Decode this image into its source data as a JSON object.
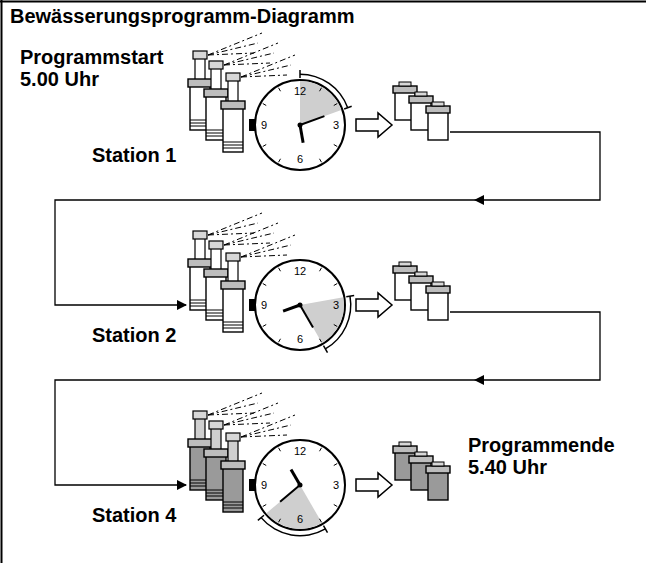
{
  "diagram": {
    "title": "Bewässerungsprogramm-Diagramm",
    "labels": [
      "Programmstart 5.00 Uhr",
      "12",
      "3",
      "6",
      "9",
      "Station 1",
      "12",
      "3",
      "6",
      "9",
      "Station 2",
      "12",
      "3",
      "6",
      "9",
      "Station 4",
      "Programmende 5.40 Uhr"
    ]
  }
}
